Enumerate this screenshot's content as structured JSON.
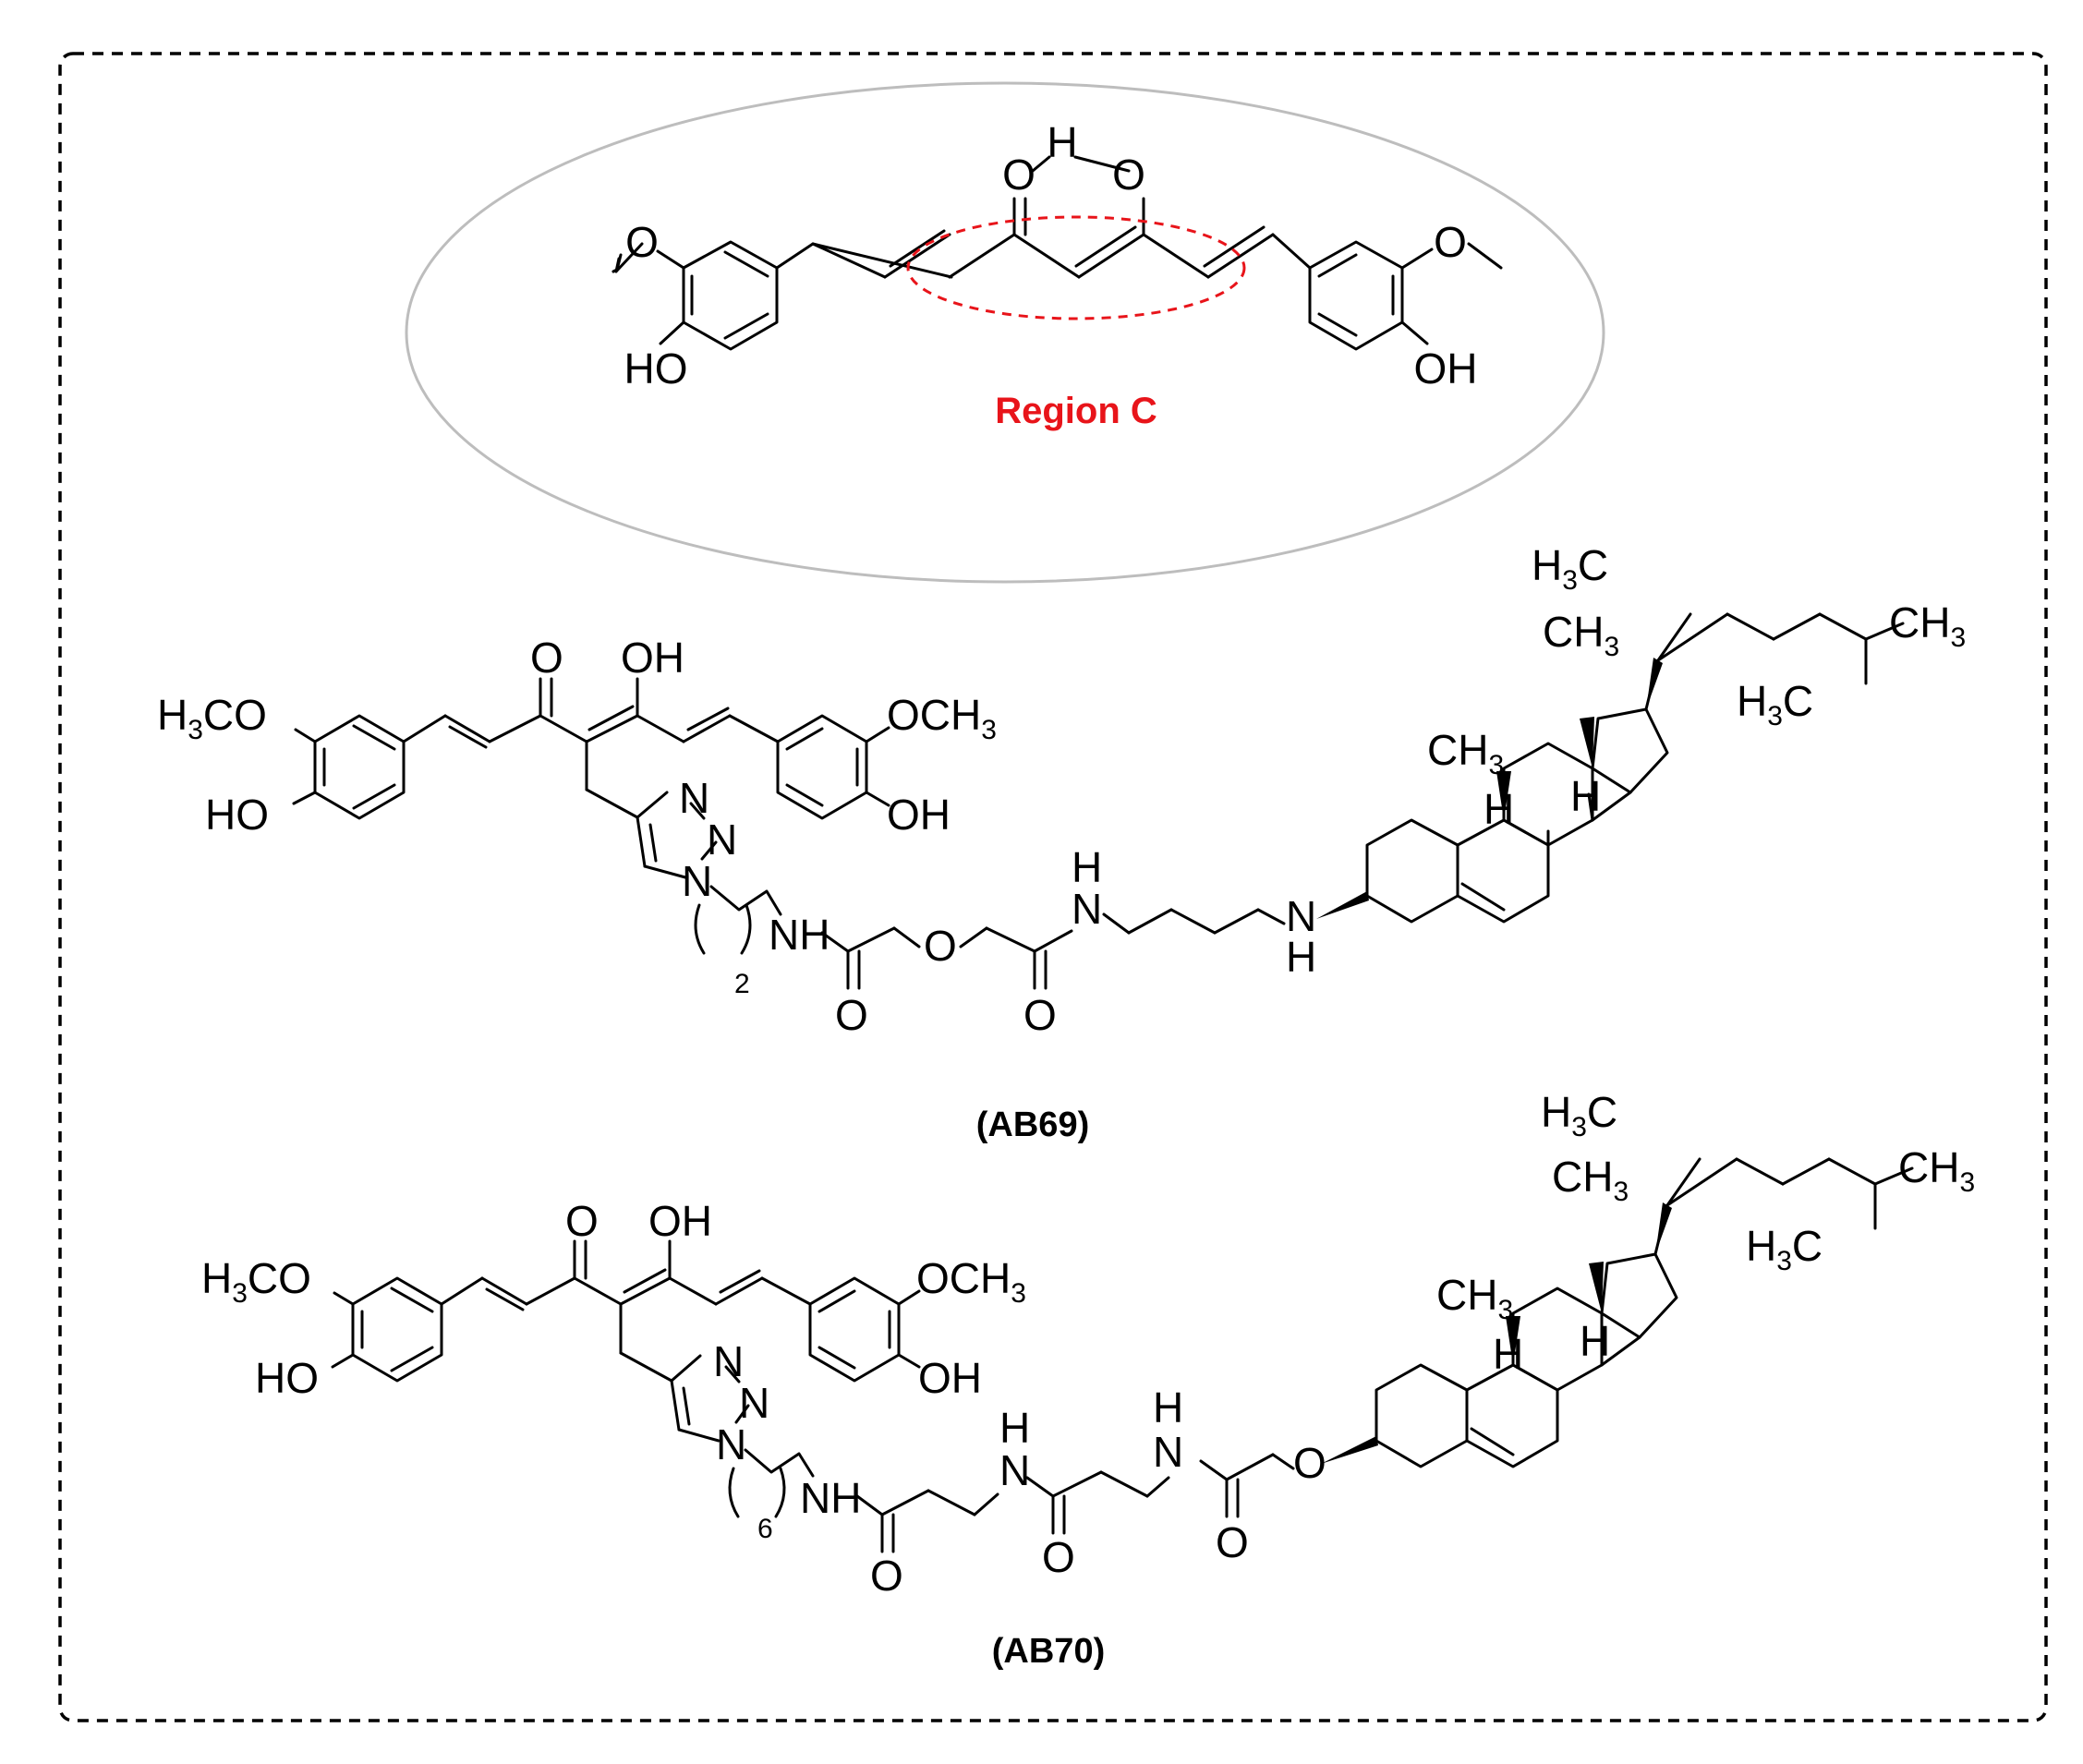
{
  "labels": {
    "region": "Region C",
    "compound_1": "(AB69)",
    "compound_2": "(AB70)"
  },
  "atoms": {
    "O": "O",
    "H": "H",
    "HO": "HO",
    "OH": "OH",
    "N": "N",
    "NH": "NH",
    "CH": "CH",
    "H3C_H": "H",
    "C": "C",
    "OCH": "OCH",
    "CO": "CO",
    "three": "3",
    "two": "2",
    "six": "6"
  },
  "colors": {
    "region_outline": "#e8141a",
    "ellipse_outline": "#bdbdbd",
    "frame": "#000000"
  }
}
